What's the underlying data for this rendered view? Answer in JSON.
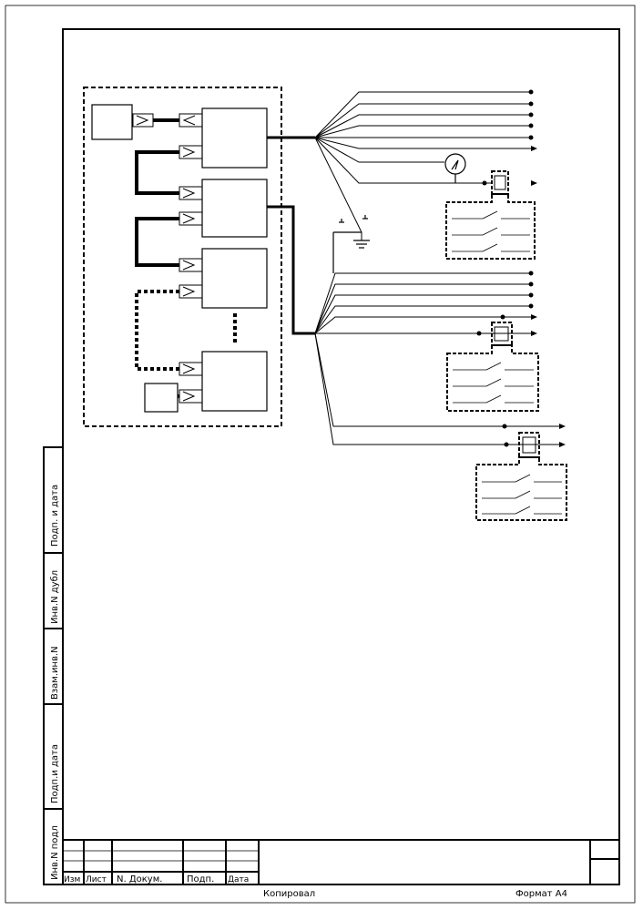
{
  "side_strip": {
    "sign_and_date_1": "Подп.  и  дата",
    "dup_inv_no": "Инв.N дубл",
    "repl_inv_no": "Взам.инв.N",
    "sign_and_date_2": "Подп.и дата",
    "orig_inv_no": "Инв.N подл"
  },
  "title_block": {
    "col_change": "Изм",
    "col_sheet": "Лист",
    "col_doc_no": "N. Докум.",
    "col_signature": "Подп.",
    "col_date": "Дата"
  },
  "footer": {
    "copied_by": "Копировал",
    "format": "Формат  А4"
  }
}
